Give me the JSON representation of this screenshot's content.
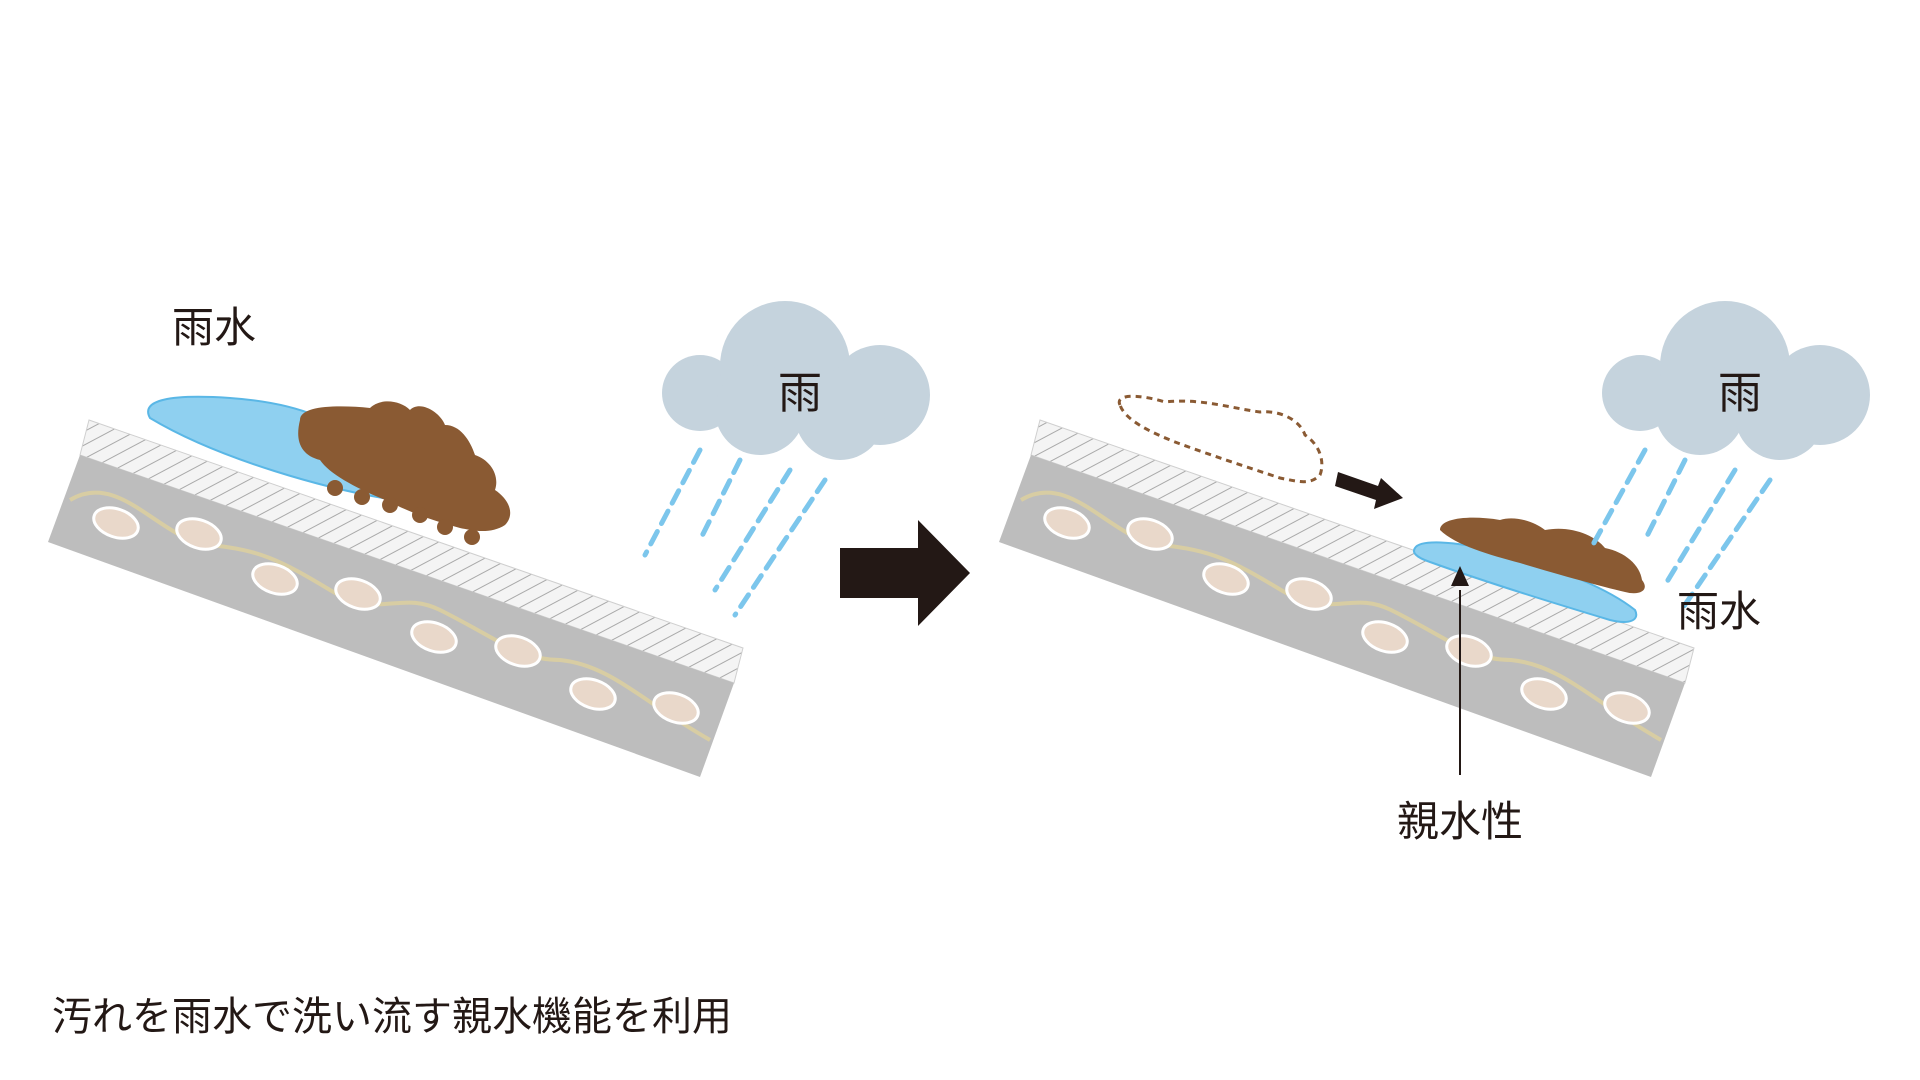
{
  "left_panel": {
    "rainwater_label": "雨水",
    "cloud_label": "雨"
  },
  "right_panel": {
    "rainwater_label": "雨水",
    "cloud_label": "雨",
    "hydrophilic_label": "親水性"
  },
  "caption": "汚れを雨水で洗い流す親水機能を利用",
  "colors": {
    "cloud": "#c5d3dd",
    "water": "#8fd0f0",
    "water_edge": "#5ab7e6",
    "dirt": "#8a5a33",
    "rain": "#7cc6ec",
    "substrate": "#bdbdbd",
    "coating": "#f4f4f4",
    "pebble": "#e9d8ca",
    "arrow": "#231815"
  },
  "icons": {
    "process_arrow": "right-arrow-icon",
    "flow_arrow": "small-right-arrow-icon",
    "cloud": "cloud-icon"
  }
}
